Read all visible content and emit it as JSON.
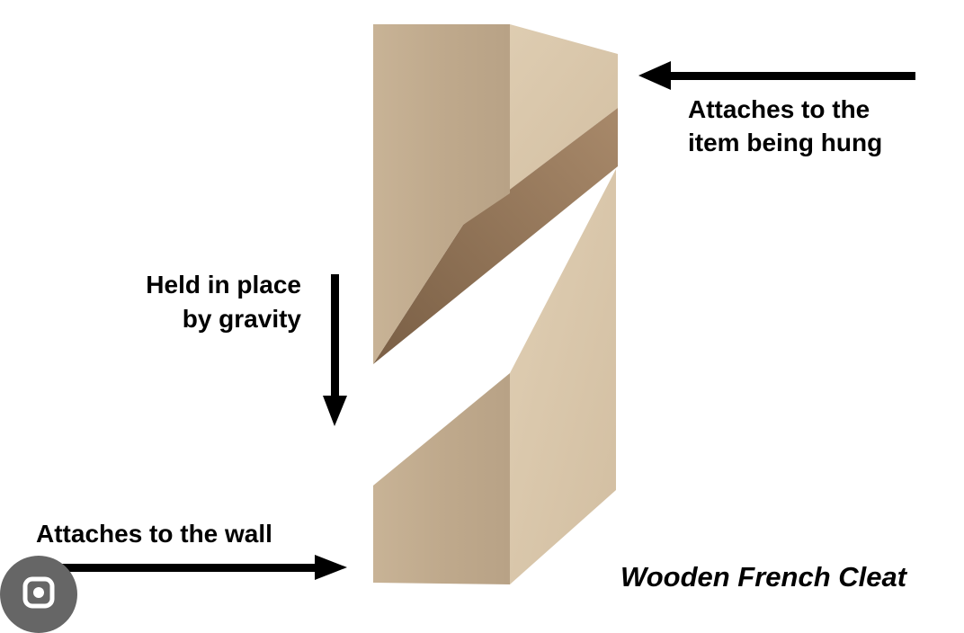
{
  "labels": {
    "item": [
      "Attaches to the",
      "item being hung"
    ],
    "gravity": [
      "Held in place",
      "by gravity"
    ],
    "wall": "Attaches to the wall"
  },
  "title": "Wooden French Cleat",
  "colors": {
    "wood_front": "#c9b59a",
    "wood_side": "#dcc9ad",
    "wood_dark": "#8a6e52",
    "arrow": "#000000",
    "lens": "#666666"
  },
  "icons": {
    "lens": "google-lens-icon"
  }
}
